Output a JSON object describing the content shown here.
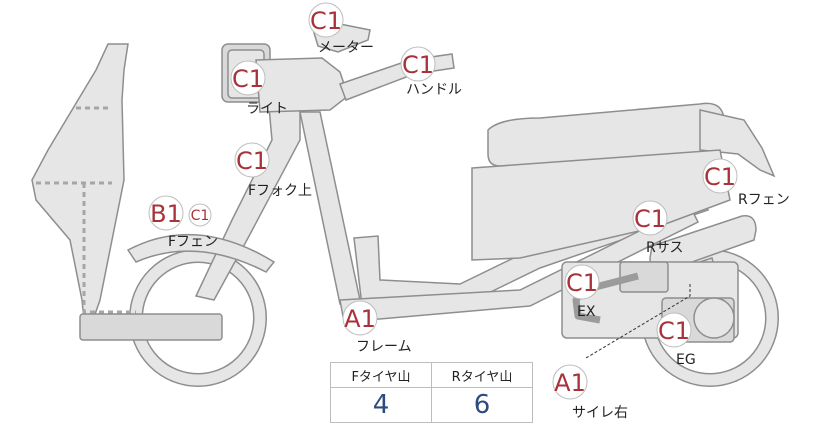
{
  "parts": [
    {
      "id": "meter",
      "grade": "C1",
      "label": "メーター"
    },
    {
      "id": "handle",
      "grade": "C1",
      "label": "ハンドル"
    },
    {
      "id": "light",
      "grade": "C1",
      "label": "ライト"
    },
    {
      "id": "front-fork-upper",
      "grade": "C1",
      "label": "Fフォク上"
    },
    {
      "id": "front-fender",
      "grade": "B1",
      "sub_grade": "C1",
      "label": "Fフェン"
    },
    {
      "id": "frame",
      "grade": "A1",
      "label": "フレーム"
    },
    {
      "id": "exhaust",
      "grade": "C1",
      "label": "EX"
    },
    {
      "id": "rear-suspension",
      "grade": "C1",
      "label": "Rサス"
    },
    {
      "id": "rear-fender",
      "grade": "C1",
      "label": "Rフェン"
    },
    {
      "id": "engine",
      "grade": "C1",
      "label": "EG"
    },
    {
      "id": "muffler-right",
      "grade": "A1",
      "label": "サイレ右"
    }
  ],
  "tire_tread": {
    "front_label": "Fタイヤ山",
    "rear_label": "Rタイヤ山",
    "front_value": "4",
    "rear_value": "6"
  }
}
